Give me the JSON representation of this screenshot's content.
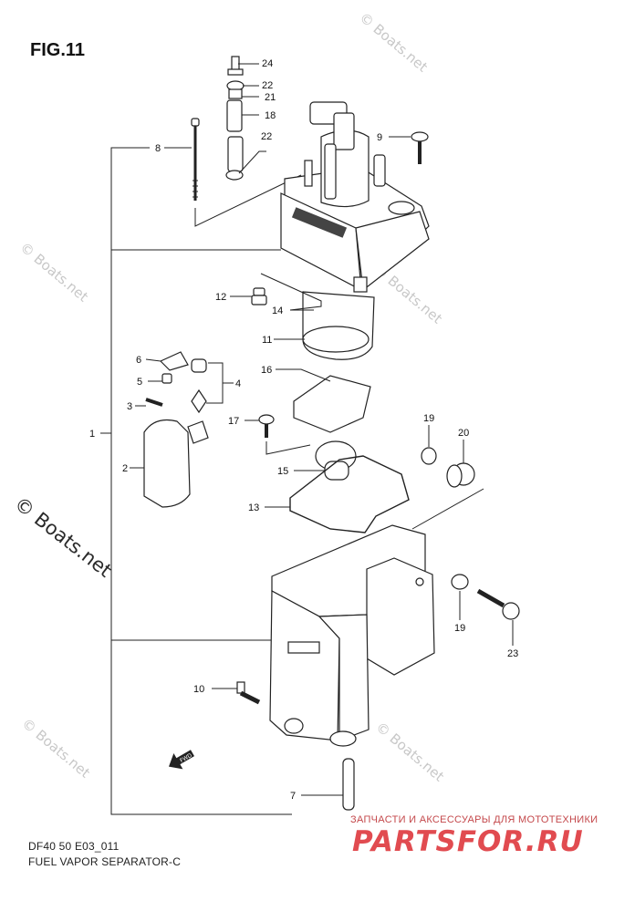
{
  "figure": {
    "title": "FIG.11",
    "model_code": "DF40 50 E03_011",
    "name": "FUEL VAPOR SEPARATOR-C"
  },
  "watermarks": {
    "small": "© Boats.net",
    "large": "© Boats.net"
  },
  "branding": {
    "tagline": "ЗАПЧАСТИ И АКСЕССУАРЫ ДЛЯ МОТОТЕХНИКИ",
    "logo": "PARTSFOR.RU"
  },
  "callouts": {
    "n1": "1",
    "n2": "2",
    "n3": "3",
    "n4": "4",
    "n5": "5",
    "n6": "6",
    "n7": "7",
    "n8": "8",
    "n9": "9",
    "n10": "10",
    "n11": "11",
    "n12": "12",
    "n13": "13",
    "n14": "14",
    "n15": "15",
    "n16": "16",
    "n17": "17",
    "n18": "18",
    "n19a": "19",
    "n19b": "19",
    "n20": "20",
    "n21": "21",
    "n22a": "22",
    "n22b": "22",
    "n23": "23",
    "n24": "24"
  },
  "icons": {
    "fwd_arrow": "fwd-arrow-icon"
  }
}
